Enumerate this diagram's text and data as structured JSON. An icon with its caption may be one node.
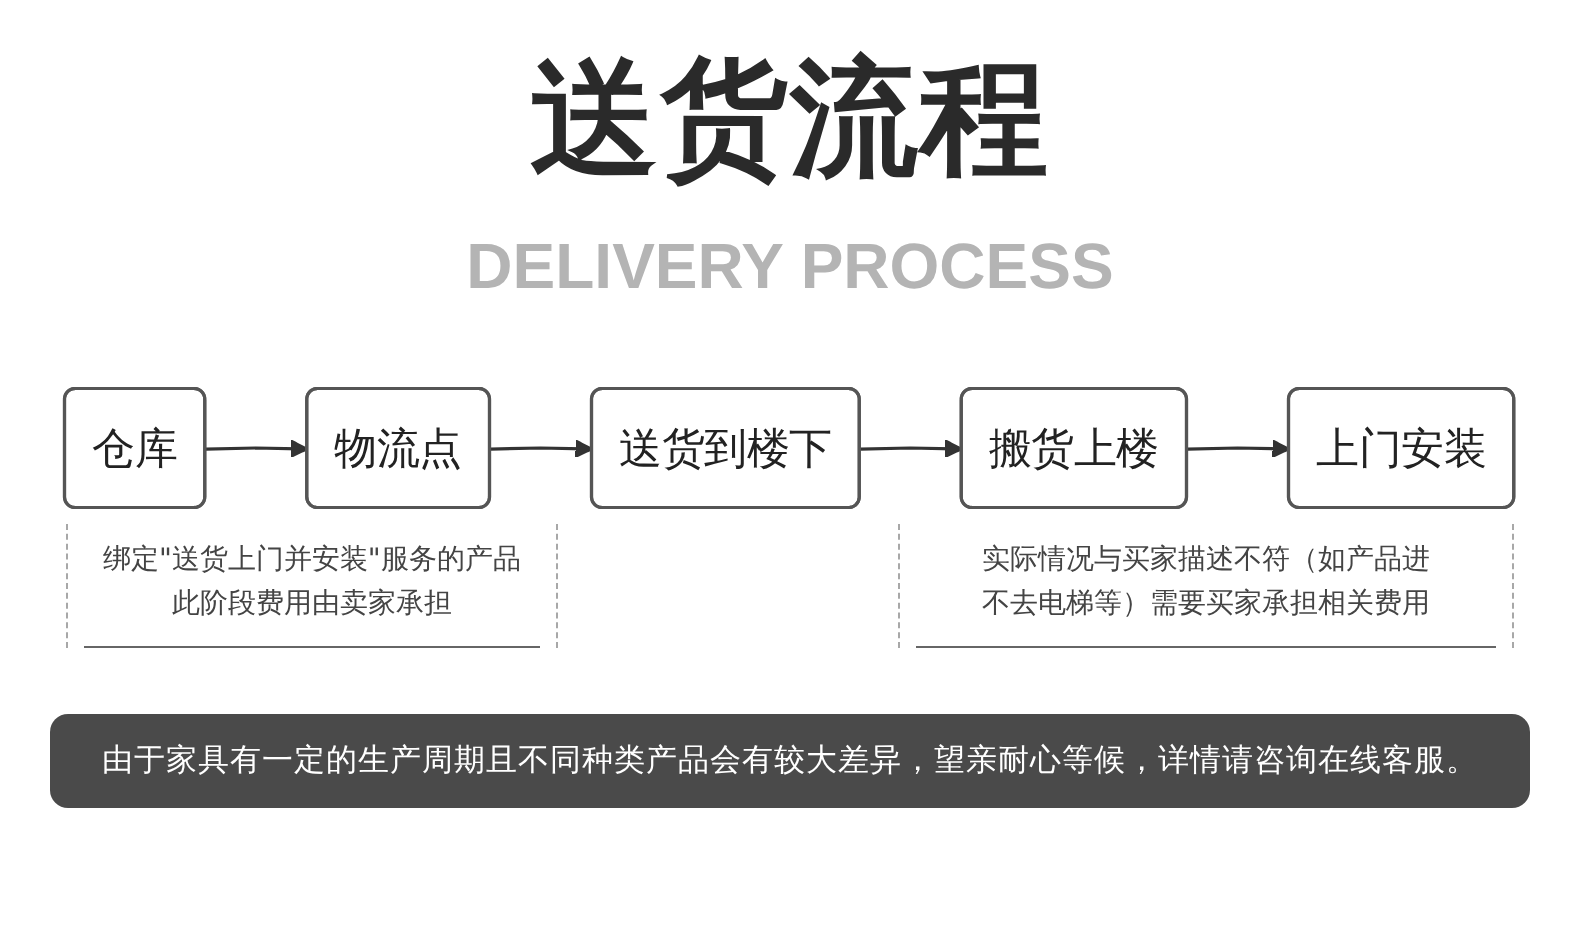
{
  "diagram": {
    "title": "送货流程",
    "nodes": [
      {
        "text": [
          "仓库"
        ]
      },
      {
        "text": [
          "物流点"
        ]
      },
      {
        "text": [
          "送货到楼下"
        ]
      },
      {
        "text": [
          "搬货上楼"
        ]
      },
      {
        "text": [
          "上门安装"
        ]
      }
    ],
    "edges": [
      {
        "from": 0,
        "to": 1,
        "arrow": "to"
      },
      {
        "from": 1,
        "to": 2,
        "arrow": "to"
      },
      {
        "from": 2,
        "to": 3,
        "arrow": "to"
      },
      {
        "from": 3,
        "to": 4,
        "arrow": "to"
      }
    ],
    "labels": [
      "DELIVERY PROCESS",
      "绑定\"送货上门并安装\"服务的产品此阶段费用由卖家承担",
      "实际情况与买家描述不符（如产品进不去电梯等）需要买家承担相关费用",
      "由于家具有一定的生产周期且不同种类产品会有较大差异，望亲耐心等候，详情请咨询在线客服。"
    ]
  }
}
